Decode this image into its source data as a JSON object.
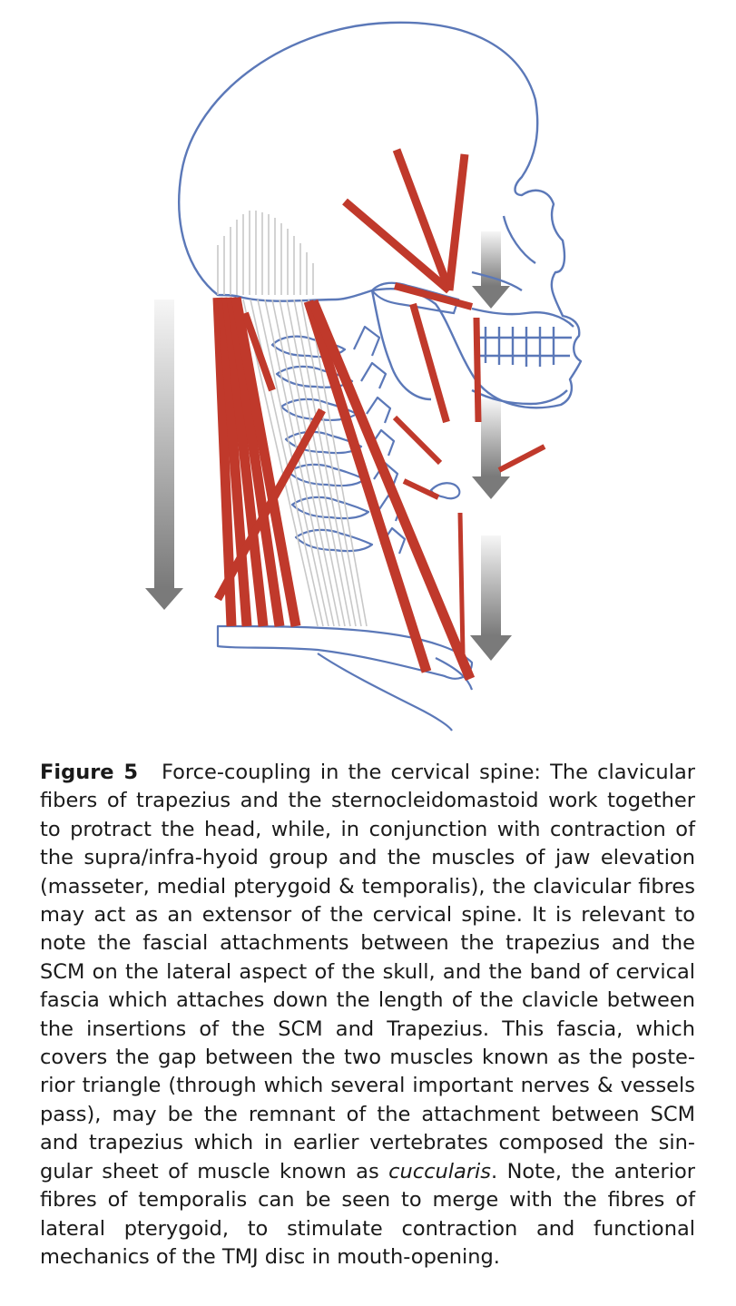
{
  "figure": {
    "illustration": "head-and-neck-muscle-diagram",
    "colors": {
      "bone_outline": "#5b78b8",
      "muscle": "#c0392b",
      "fascia_lines": "#c8c8c8",
      "force_arrow_dark": "#808080",
      "force_arrow_light": "#f4f4f4"
    }
  },
  "caption": {
    "label": "Figure 5",
    "text_before_italic": "Force-coupling in the cervical spine: The clavicular fibers of trapezius and the sternocleidomastoid work together to protract the head, while, in conjunction with contraction of the supra/infra-hyoid group and the muscles of jaw elevation (masseter, medial pterygoid & temporalis), the clavicular fi­bres may act as an extensor of the cervical spine. It is relevant to note the fascial attachments between the trapezius and the SCM on the lateral aspect of the skull, and the band of cervical fascia which attaches down the length of the clavicle between the insertions of the SCM and Trapezius. This fascia, which covers the gap between the two muscles known as the poste­rior triangle (through which several important nerves & vessels pass), may be the remnant of the attachment between SCM and trapezius which in earlier vertebrates composed the sin­gular sheet of muscle known as ",
    "italic_term": "cuccularis",
    "text_after_italic": ". Note, the anterior fibres of temporalis can be seen to merge with the fibres of lateral pterygoid, to stimulate contraction and functional mechanics of the TMJ disc in mouth-opening."
  }
}
